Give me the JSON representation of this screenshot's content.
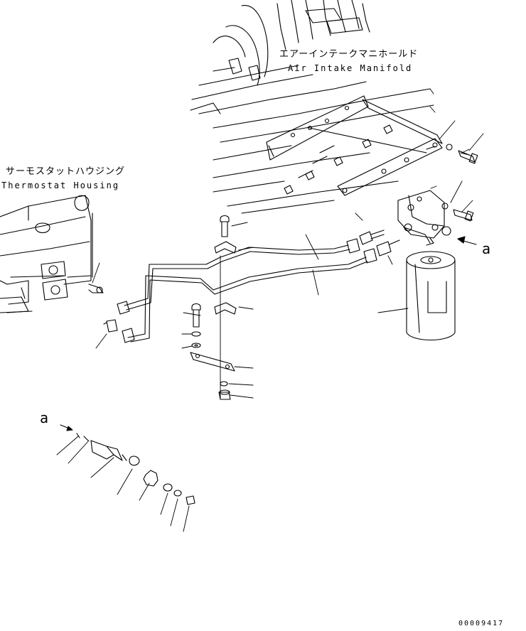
{
  "labels": {
    "air_intake_jp": "エアーインテークマニホールド",
    "air_intake_en": "Air Intake Manifold",
    "thermostat_jp": "サーモスタットハウジング",
    "thermostat_en": "Thermostat Housing",
    "view_a_1": "a",
    "view_a_2": "a",
    "drawing_code": "00009417"
  },
  "colors": {
    "line": "#000000",
    "background": "#ffffff"
  }
}
